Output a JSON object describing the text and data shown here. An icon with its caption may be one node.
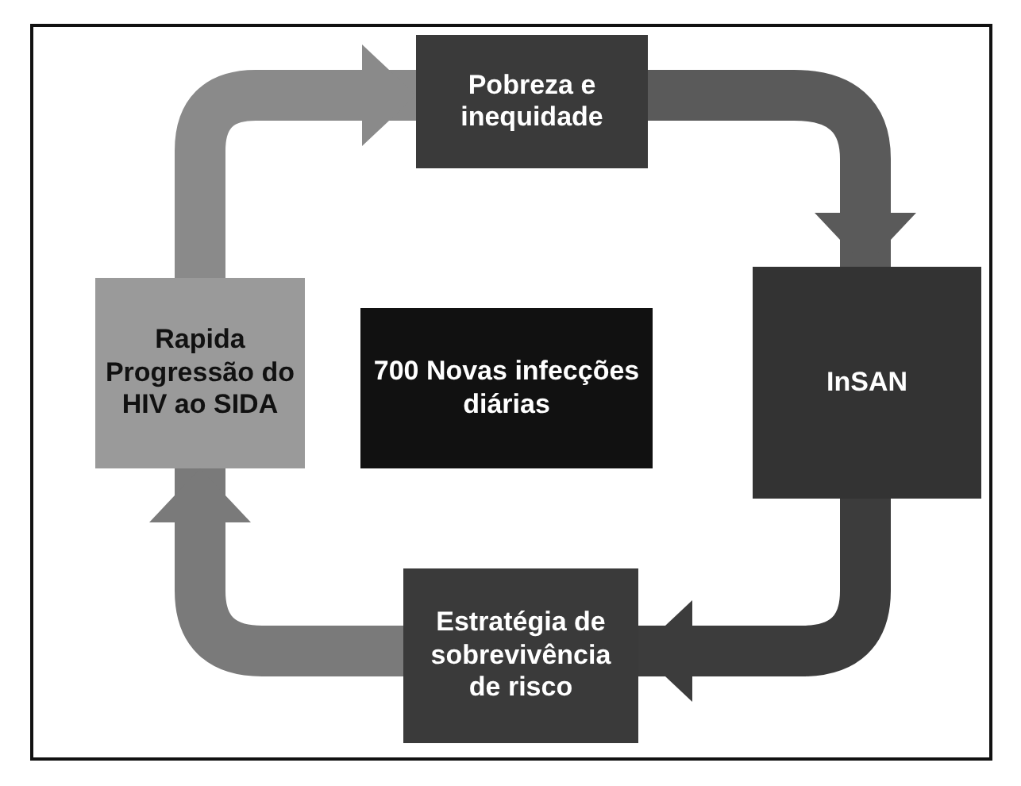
{
  "diagram": {
    "nodes": [
      {
        "text": [
          "Pobreza e inequidade"
        ]
      },
      {
        "text": [
          "InSAN"
        ]
      },
      {
        "text": [
          "Estratégia de sobrevivência de risco"
        ]
      },
      {
        "text": [
          "Rapida Progressão do HIV ao SIDA"
        ]
      },
      {
        "text": [
          "700 Novas infecções diárias"
        ]
      }
    ],
    "edges": [
      {
        "from": 3,
        "to": 0,
        "arrow": "to"
      },
      {
        "from": 0,
        "to": 1,
        "arrow": "to"
      },
      {
        "from": 1,
        "to": 2,
        "arrow": "to"
      },
      {
        "from": 2,
        "to": 3,
        "arrow": "to"
      }
    ]
  }
}
